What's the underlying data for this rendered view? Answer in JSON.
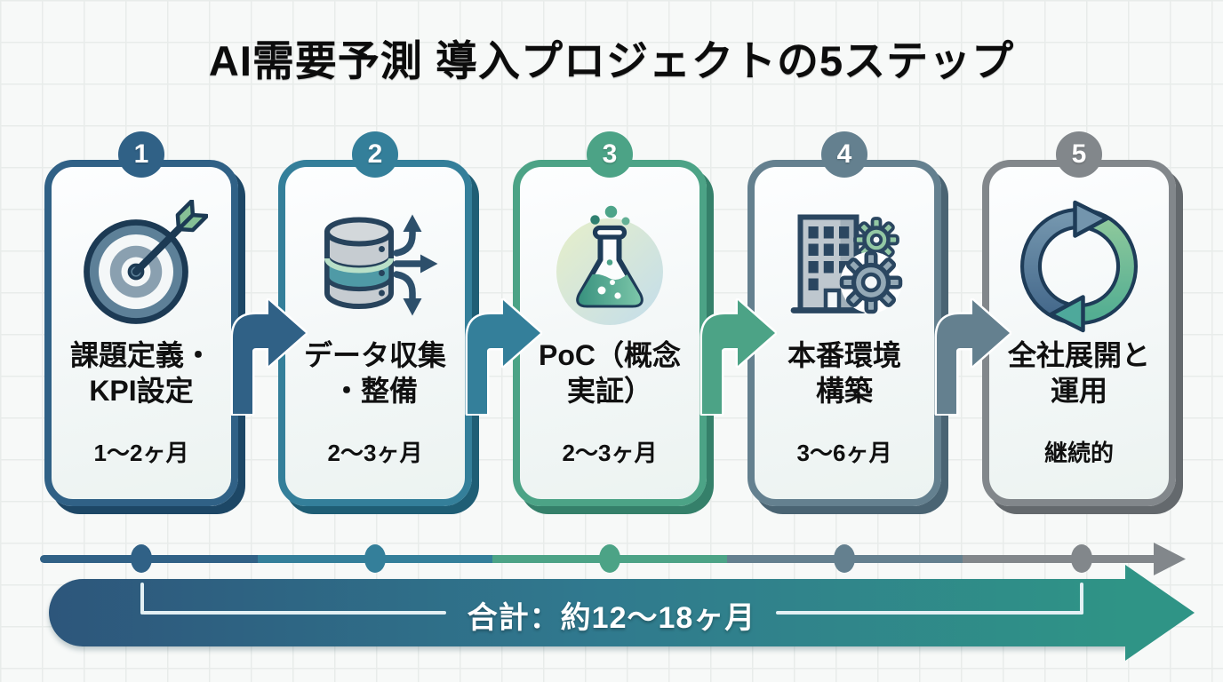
{
  "title": "AI需要予測 導入プロジェクトの5ステップ",
  "steps": [
    {
      "number": "1",
      "icon": "target-icon",
      "label_line1": "課題定義・",
      "label_line2": "KPI設定",
      "duration": "1〜2ヶ月",
      "color": "#306186",
      "shadow_color": "#1d4766"
    },
    {
      "number": "2",
      "icon": "database-icon",
      "label_line1": "データ収集",
      "label_line2": "・整備",
      "duration": "2〜3ヶ月",
      "color": "#347f9a",
      "shadow_color": "#1f5e75"
    },
    {
      "number": "3",
      "icon": "flask-icon",
      "label_line1": "PoC（概念",
      "label_line2": "実証）",
      "duration": "2〜3ヶ月",
      "color": "#4ca386",
      "shadow_color": "#35806a"
    },
    {
      "number": "4",
      "icon": "building-gears-icon",
      "label_line1": "本番環境",
      "label_line2": "構築",
      "duration": "3〜6ヶ月",
      "color": "#64808f",
      "shadow_color": "#4a6473"
    },
    {
      "number": "5",
      "icon": "cycle-arrows-icon",
      "label_line1": "全社展開と",
      "label_line2": "運用",
      "duration": "継続的",
      "color": "#82878b",
      "shadow_color": "#64696d"
    }
  ],
  "timeline": {
    "total_label": "合計：約12〜18ヶ月",
    "bar_gradient": [
      "#2d567b",
      "#30798e",
      "#2f9486"
    ],
    "bracket_color": "#e3f0f4"
  }
}
